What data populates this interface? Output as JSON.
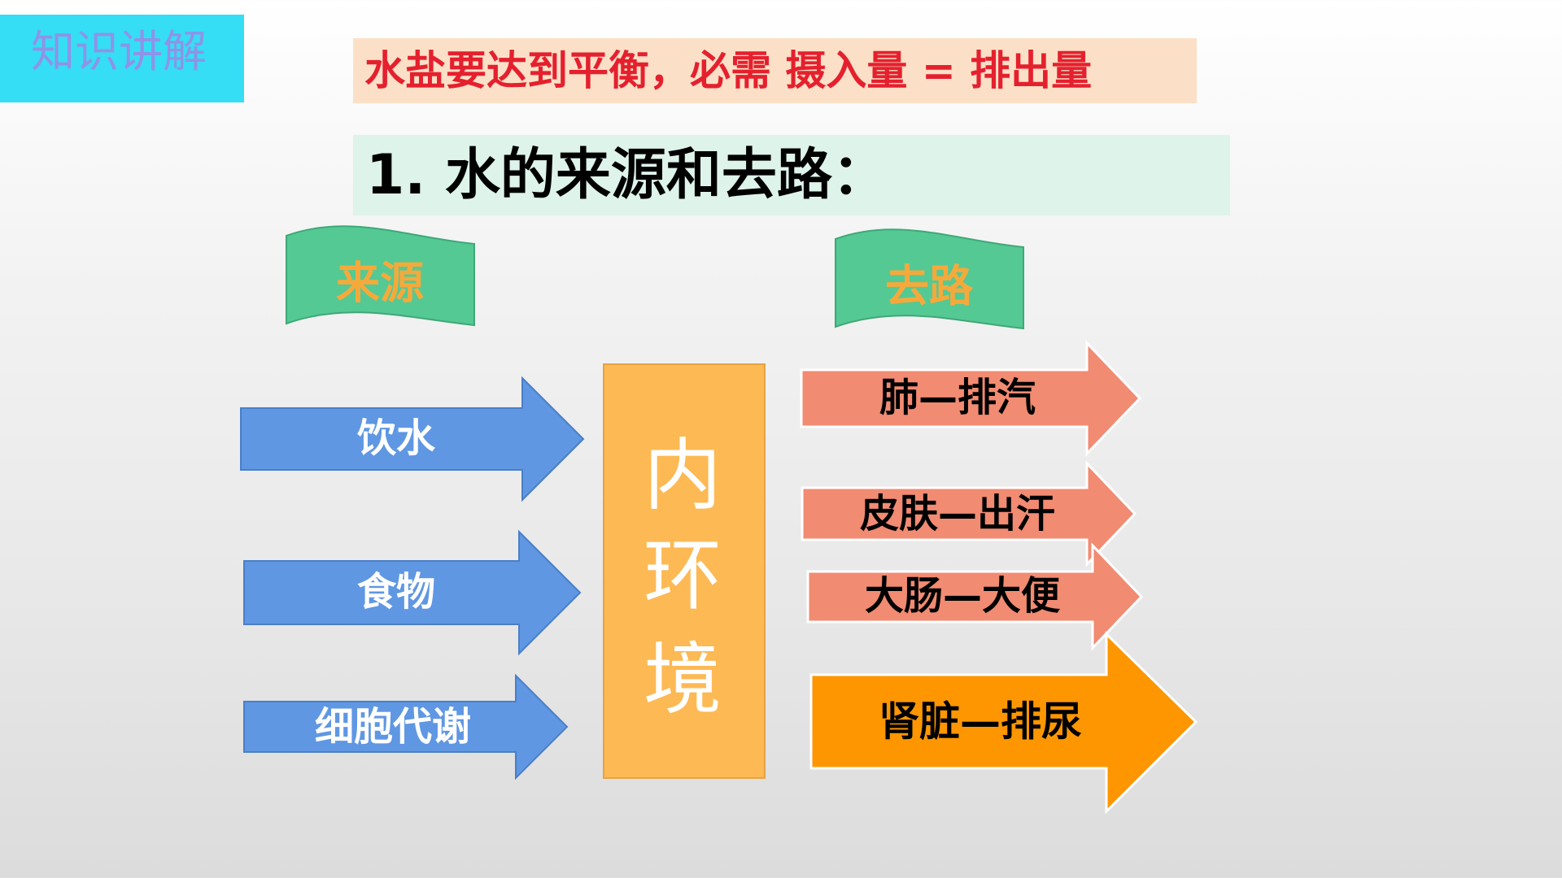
{
  "tag": "知识讲解",
  "balance": "水盐要达到平衡，必需  摄入量 = 排出量",
  "section_title": "1. 水的来源和去路：",
  "banners": {
    "sources": "来源",
    "outputs": "去路"
  },
  "core": [
    "内",
    "环",
    "境"
  ],
  "sources": [
    "饮水",
    "食物",
    "细胞代谢"
  ],
  "outputs": [
    "肺—排汽",
    "皮肤—出汗",
    "大肠—大便",
    "肾脏—排尿"
  ],
  "colors": {
    "tag_bg": "#35def4",
    "tag_text": "#8f93e8",
    "balance_bg": "#fbe0c7",
    "balance_text": "#e5202e",
    "section_bg": "#def3e9",
    "banner": "#55c994",
    "banner_text": "#f6a93b",
    "source_arrow": "#5f97e3",
    "core_box": "#fdb954",
    "output_arrow": "#f18b72",
    "kidney_arrow": "#fd9600"
  }
}
